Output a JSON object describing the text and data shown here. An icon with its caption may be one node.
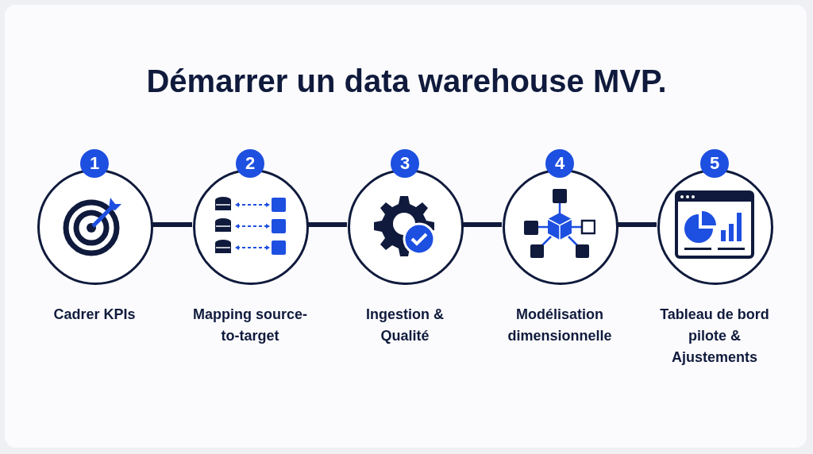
{
  "diagram": {
    "title": "Démarrer un data warehouse MVP.",
    "nodes": [
      {
        "text": [
          "1"
        ],
        "beside": [
          "Cadrer KPIs"
        ]
      },
      {
        "text": [
          "2"
        ],
        "beside": [
          "Mapping source-to-target"
        ]
      },
      {
        "text": [
          "3"
        ],
        "beside": [
          "Ingestion & Qualité"
        ]
      },
      {
        "text": [
          "4"
        ],
        "beside": [
          "Modélisation dimensionnelle"
        ]
      },
      {
        "text": [
          "5"
        ],
        "beside": [
          "Tableau de bord pilote & Ajustements"
        ]
      }
    ],
    "edges": [
      {
        "from": 0,
        "to": 1,
        "arrow": "none"
      },
      {
        "from": 1,
        "to": 2,
        "arrow": "none"
      },
      {
        "from": 2,
        "to": 3,
        "arrow": "none"
      },
      {
        "from": 3,
        "to": 4,
        "arrow": "none"
      }
    ]
  }
}
